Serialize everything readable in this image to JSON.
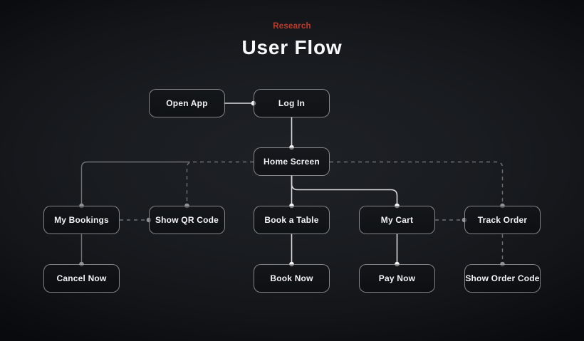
{
  "page": {
    "eyebrow": "Research",
    "title": "User Flow"
  },
  "nodes": {
    "open_app": {
      "label": "Open App"
    },
    "log_in": {
      "label": "Log In"
    },
    "home_screen": {
      "label": "Home Screen"
    },
    "my_bookings": {
      "label": "My Bookings"
    },
    "show_qr_code": {
      "label": "Show QR Code"
    },
    "book_a_table": {
      "label": "Book a Table"
    },
    "my_cart": {
      "label": "My Cart"
    },
    "track_order": {
      "label": "Track Order"
    },
    "cancel_now": {
      "label": "Cancel Now"
    },
    "book_now": {
      "label": "Book Now"
    },
    "pay_now": {
      "label": "Pay Now"
    },
    "show_order_code": {
      "label": "Show Order Code"
    }
  },
  "edges": [
    {
      "from": "open_app",
      "to": "log_in",
      "style": "solid-bright"
    },
    {
      "from": "log_in",
      "to": "home_screen",
      "style": "solid-bright"
    },
    {
      "from": "home_screen",
      "to": "book_a_table",
      "style": "solid-bright"
    },
    {
      "from": "home_screen",
      "to": "my_cart",
      "style": "solid-bright"
    },
    {
      "from": "home_screen",
      "to": "my_bookings",
      "style": "solid-dim"
    },
    {
      "from": "home_screen",
      "to": "show_qr_code",
      "style": "dashed"
    },
    {
      "from": "home_screen",
      "to": "track_order",
      "style": "dashed"
    },
    {
      "from": "my_bookings",
      "to": "show_qr_code",
      "style": "dashed"
    },
    {
      "from": "my_cart",
      "to": "track_order",
      "style": "dashed"
    },
    {
      "from": "my_bookings",
      "to": "cancel_now",
      "style": "solid-dim"
    },
    {
      "from": "book_a_table",
      "to": "book_now",
      "style": "solid-bright"
    },
    {
      "from": "my_cart",
      "to": "pay_now",
      "style": "solid-bright"
    },
    {
      "from": "track_order",
      "to": "show_order_code",
      "style": "dashed"
    }
  ],
  "colors": {
    "background_center": "#1e2126",
    "background_edge": "#050608",
    "accent_red": "#c23b2a",
    "title_text": "#f7f8f9",
    "node_text": "#f2f3f5",
    "node_border": "#9a9da1",
    "line_bright": "#d9dadc",
    "line_dim": "#6e7176"
  }
}
